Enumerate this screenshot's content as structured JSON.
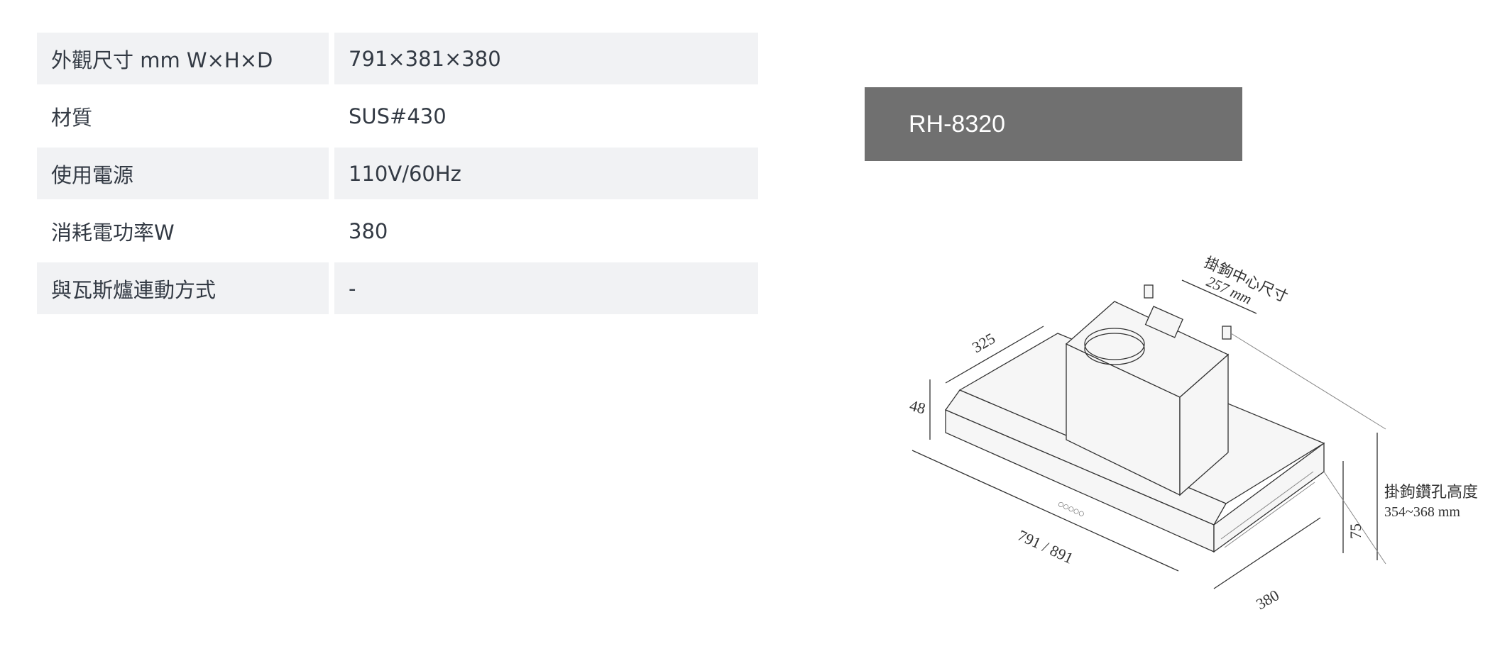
{
  "specs": [
    {
      "label": "外觀尺寸 mm W×H×D",
      "value": "791×381×380"
    },
    {
      "label": "材質",
      "value": "SUS#430"
    },
    {
      "label": "使用電源",
      "value": "110V/60Hz"
    },
    {
      "label": "消耗電功率W",
      "value": "380"
    },
    {
      "label": "與瓦斯爐連動方式",
      "value": "-"
    }
  ],
  "model": "RH-8320",
  "diagram": {
    "hook_center_label": "掛鉤中心尺寸",
    "hook_center_value": "257 mm",
    "depth_top": "325",
    "front_height": "48",
    "width": "791 / 891",
    "depth": "380",
    "side_height": "75",
    "hook_drill_label": "掛鉤鑽孔高度",
    "hook_drill_value": "354~368 mm"
  },
  "colors": {
    "banner": "#707070",
    "row_shade": "#f1f2f4"
  }
}
